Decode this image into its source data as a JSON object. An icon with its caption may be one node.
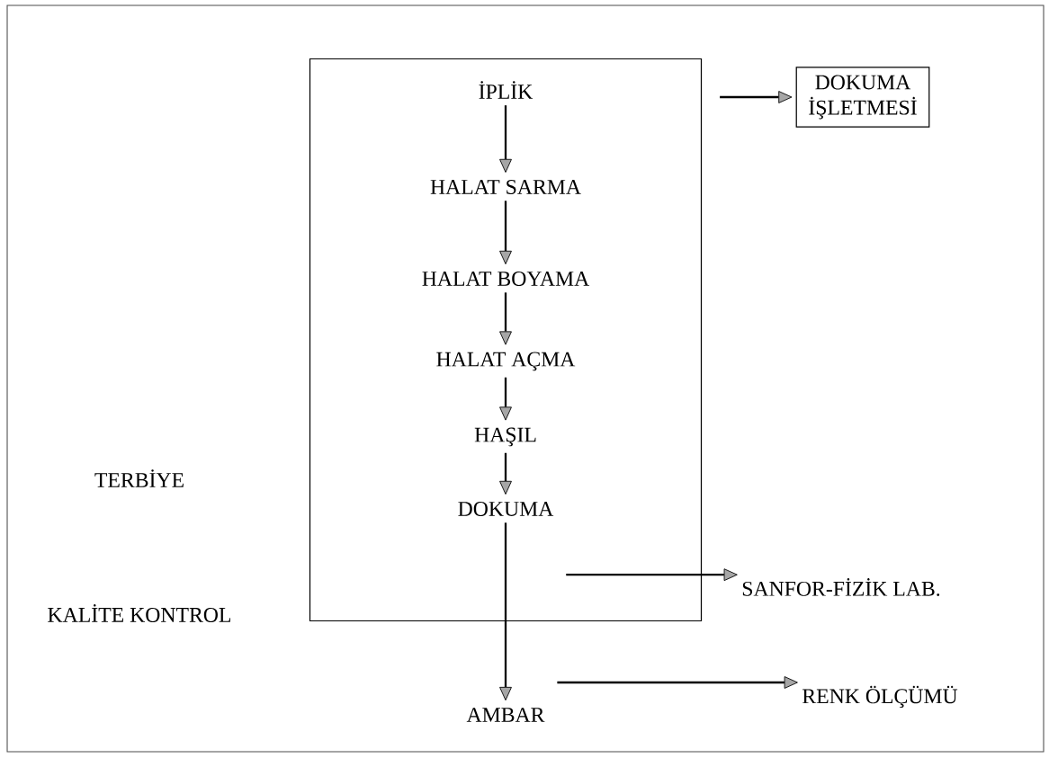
{
  "diagram": {
    "nodes": [
      {
        "text": [],
        "shape": "box"
      },
      {
        "text": [
          "İPLİK"
        ],
        "in": 0
      },
      {
        "text": [
          "HALAT SARMA"
        ],
        "in": 0
      },
      {
        "text": [
          "HALAT BOYAMA"
        ],
        "in": 0
      },
      {
        "text": [
          "HALAT AÇMA"
        ],
        "in": 0
      },
      {
        "text": [
          "HAŞIL"
        ],
        "in": 0
      },
      {
        "text": [
          "DOKUMA"
        ],
        "in": 0
      },
      {
        "text": [
          "DOKUMA İŞLETMESİ"
        ]
      },
      {
        "text": [
          "SANFOR-FİZİK LAB."
        ]
      },
      {
        "text": [
          "AMBAR"
        ]
      },
      {
        "text": [
          "RENK ÖLÇÜMÜ"
        ]
      }
    ],
    "edges": [
      {
        "from": 0,
        "to": 7,
        "arrow": "to"
      },
      {
        "from": 1,
        "to": 2,
        "arrow": "to"
      },
      {
        "from": 2,
        "to": 3,
        "arrow": "to"
      },
      {
        "from": 3,
        "to": 4,
        "arrow": "to"
      },
      {
        "from": 4,
        "to": 5,
        "arrow": "to"
      },
      {
        "from": 5,
        "to": 6,
        "arrow": "to"
      },
      {
        "from": 6,
        "to": 8,
        "arrow": "to"
      },
      {
        "from": 6,
        "to": 9,
        "arrow": "to"
      },
      {
        "from": 9,
        "to": 10,
        "arrow": "to"
      }
    ],
    "labels": [
      "TERBİYE",
      "KALİTE KONTROL"
    ]
  }
}
